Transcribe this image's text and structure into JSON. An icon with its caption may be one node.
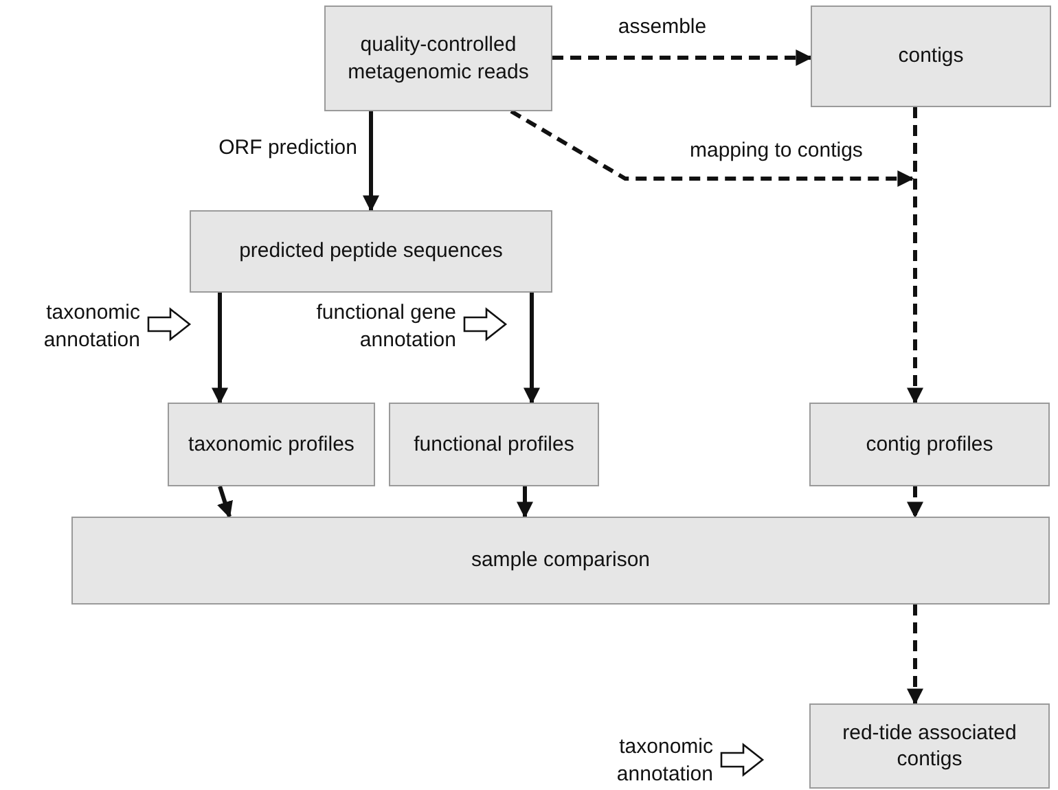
{
  "diagram": {
    "nodes": [
      {
        "text": [
          "quality-controlled metagenomic reads"
        ]
      },
      {
        "text": [
          "contigs"
        ]
      },
      {
        "text": [
          "predicted peptide sequences"
        ]
      },
      {
        "text": [
          "taxonomic profiles"
        ]
      },
      {
        "text": [
          "functional profiles"
        ]
      },
      {
        "text": [
          "contig profiles"
        ]
      },
      {
        "text": [
          "sample comparison"
        ]
      },
      {
        "text": [
          "red-tide associated contigs"
        ]
      }
    ],
    "edges": [
      {
        "from": 0,
        "to": 1,
        "arrow": "to",
        "label": "assemble",
        "style": "dashed"
      },
      {
        "from": 0,
        "to": 2,
        "arrow": "to",
        "label": "ORF prediction"
      },
      {
        "from": 0,
        "to": null,
        "arrow": "to",
        "label": "mapping to contigs",
        "style": "dashed"
      },
      {
        "from": 1,
        "to": 5,
        "arrow": "to",
        "style": "dashed"
      },
      {
        "from": 2,
        "to": 3,
        "arrow": "to"
      },
      {
        "from": 2,
        "to": 4,
        "arrow": "to"
      },
      {
        "from": 3,
        "to": 6,
        "arrow": "to"
      },
      {
        "from": 4,
        "to": 6,
        "arrow": "to"
      },
      {
        "from": 5,
        "to": 6,
        "arrow": "to",
        "style": "dashed"
      },
      {
        "from": 6,
        "to": 7,
        "arrow": "to",
        "style": "dashed"
      }
    ],
    "labels": [
      "taxonomic annotation",
      "functional gene annotation",
      "taxonomic annotation"
    ]
  }
}
